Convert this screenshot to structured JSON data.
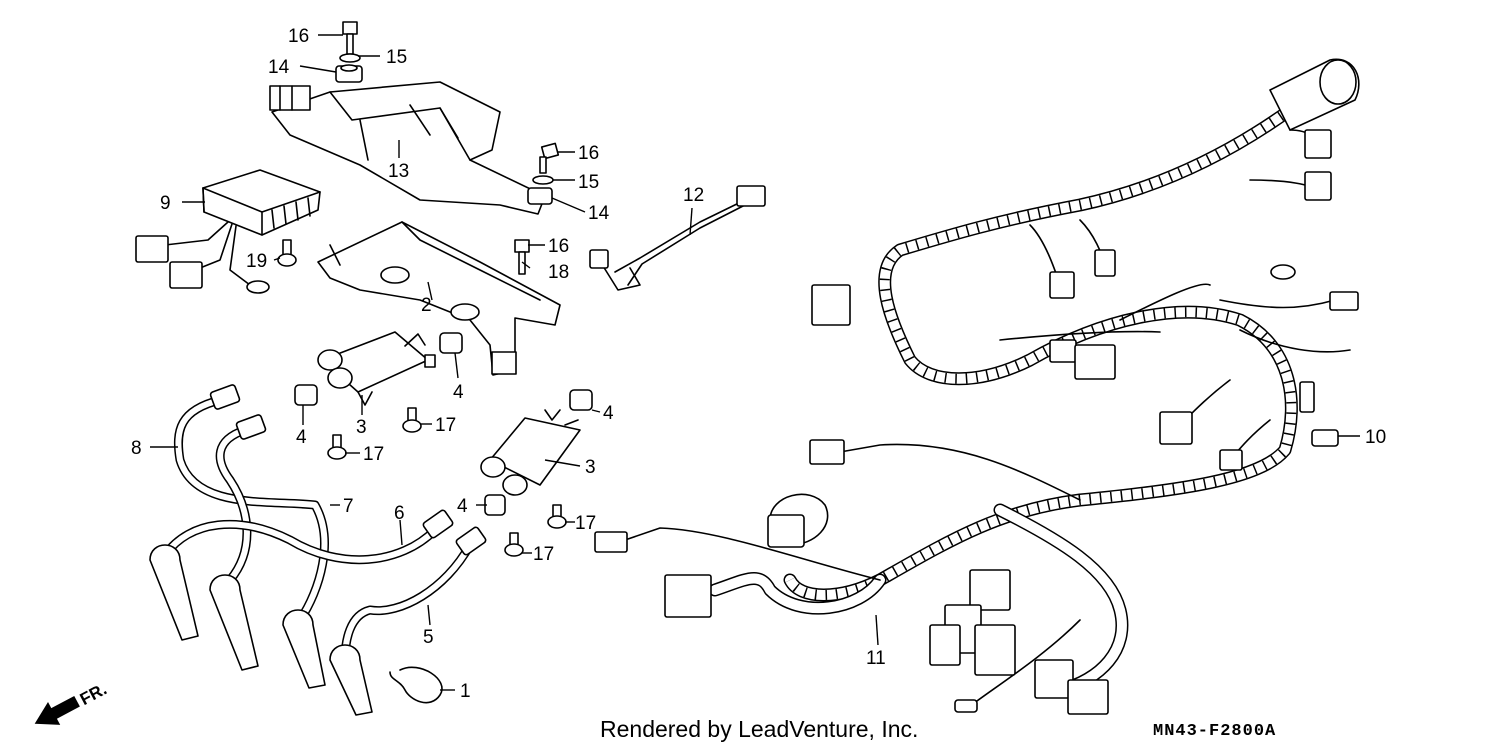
{
  "diagram": {
    "callouts": [
      {
        "id": "c16a",
        "text": "16"
      },
      {
        "id": "c15a",
        "text": "15"
      },
      {
        "id": "c14a",
        "text": "14"
      },
      {
        "id": "c13",
        "text": "13"
      },
      {
        "id": "c16b",
        "text": "16"
      },
      {
        "id": "c15b",
        "text": "15"
      },
      {
        "id": "c14b",
        "text": "14"
      },
      {
        "id": "c9",
        "text": "9"
      },
      {
        "id": "c19",
        "text": "19"
      },
      {
        "id": "c2",
        "text": "2"
      },
      {
        "id": "c16c",
        "text": "16"
      },
      {
        "id": "c18",
        "text": "18"
      },
      {
        "id": "c12",
        "text": "12"
      },
      {
        "id": "c4a",
        "text": "4"
      },
      {
        "id": "c4b",
        "text": "4"
      },
      {
        "id": "c3a",
        "text": "3"
      },
      {
        "id": "c17a",
        "text": "17"
      },
      {
        "id": "c17b",
        "text": "17"
      },
      {
        "id": "c8",
        "text": "8"
      },
      {
        "id": "c4c",
        "text": "4"
      },
      {
        "id": "c3b",
        "text": "3"
      },
      {
        "id": "c7",
        "text": "7"
      },
      {
        "id": "c4d",
        "text": "4"
      },
      {
        "id": "c6",
        "text": "6"
      },
      {
        "id": "c17c",
        "text": "17"
      },
      {
        "id": "c17d",
        "text": "17"
      },
      {
        "id": "c5",
        "text": "5"
      },
      {
        "id": "c1",
        "text": "1"
      },
      {
        "id": "c11",
        "text": "11"
      },
      {
        "id": "c10",
        "text": "10"
      }
    ],
    "direction_marker": "FR.",
    "credit": "Rendered by LeadVenture, Inc.",
    "diagram_code": "MN43-F2800A"
  }
}
